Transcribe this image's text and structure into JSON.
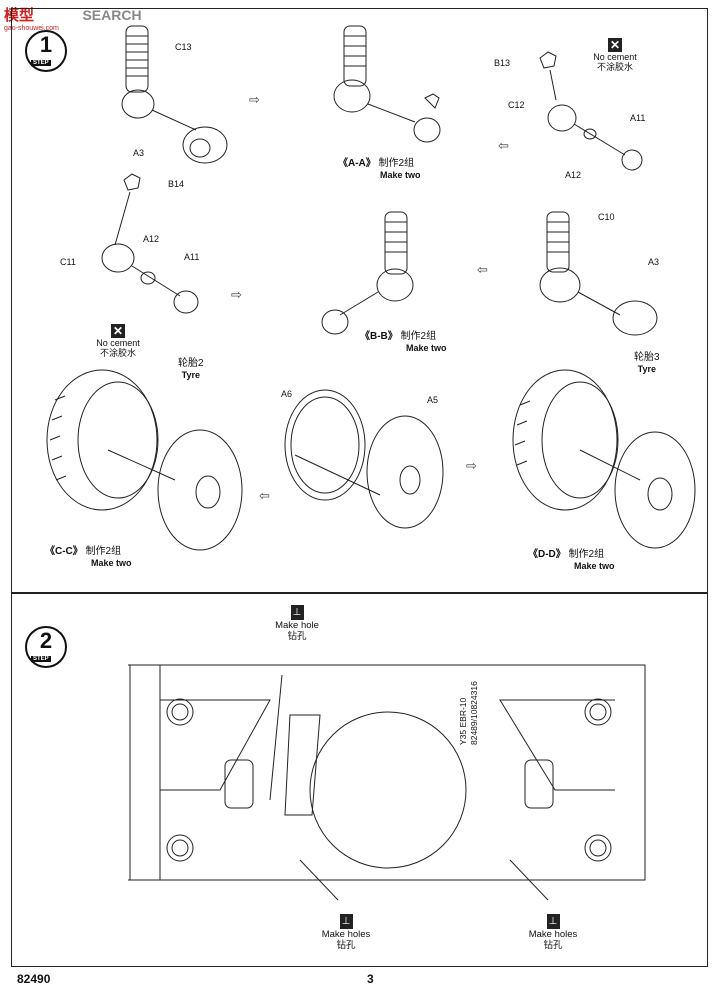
{
  "watermark": {
    "brand": "SEARCH",
    "cn": "模型",
    "site": "gao-shouwei.com"
  },
  "step1": {
    "number": "1",
    "tag": "STEP",
    "parts": {
      "c13": "C13",
      "a3_top": "A3",
      "b13": "B13",
      "c12": "C12",
      "a11_top": "A11",
      "a12_top": "A12",
      "b14": "B14",
      "a12_mid": "A12",
      "c11": "C11",
      "a11_mid": "A11",
      "c10": "C10",
      "a3_mid": "A3",
      "a6": "A6",
      "a5": "A5"
    },
    "no_cement_1": {
      "en": "No cement",
      "cn": "不涂胶水"
    },
    "no_cement_2": {
      "en": "No cement",
      "cn": "不涂胶水"
    },
    "aa": {
      "code": "《A-A》",
      "cn": "制作2组",
      "en": "Make two"
    },
    "bb": {
      "code": "《B-B》",
      "cn": "制作2组",
      "en": "Make two"
    },
    "cc": {
      "code": "《C-C》",
      "cn": "制作2组",
      "en": "Make two"
    },
    "dd": {
      "code": "《D-D》",
      "cn": "制作2组",
      "en": "Make two"
    },
    "tyre2": {
      "cn": "轮胎2",
      "en": "Tyre"
    },
    "tyre3": {
      "cn": "轮胎3",
      "en": "Tyre"
    }
  },
  "step2": {
    "number": "2",
    "tag": "STEP",
    "make_hole": {
      "en": "Make hole",
      "cn": "钻孔"
    },
    "make_holes_left": {
      "en": "Make holes",
      "cn": "钻孔"
    },
    "make_holes_right": {
      "en": "Make holes",
      "cn": "钻孔"
    },
    "hull_text": [
      "Y35  EBR-10",
      "82489/10824316"
    ]
  },
  "footer": {
    "code": "82490",
    "page": "3"
  }
}
